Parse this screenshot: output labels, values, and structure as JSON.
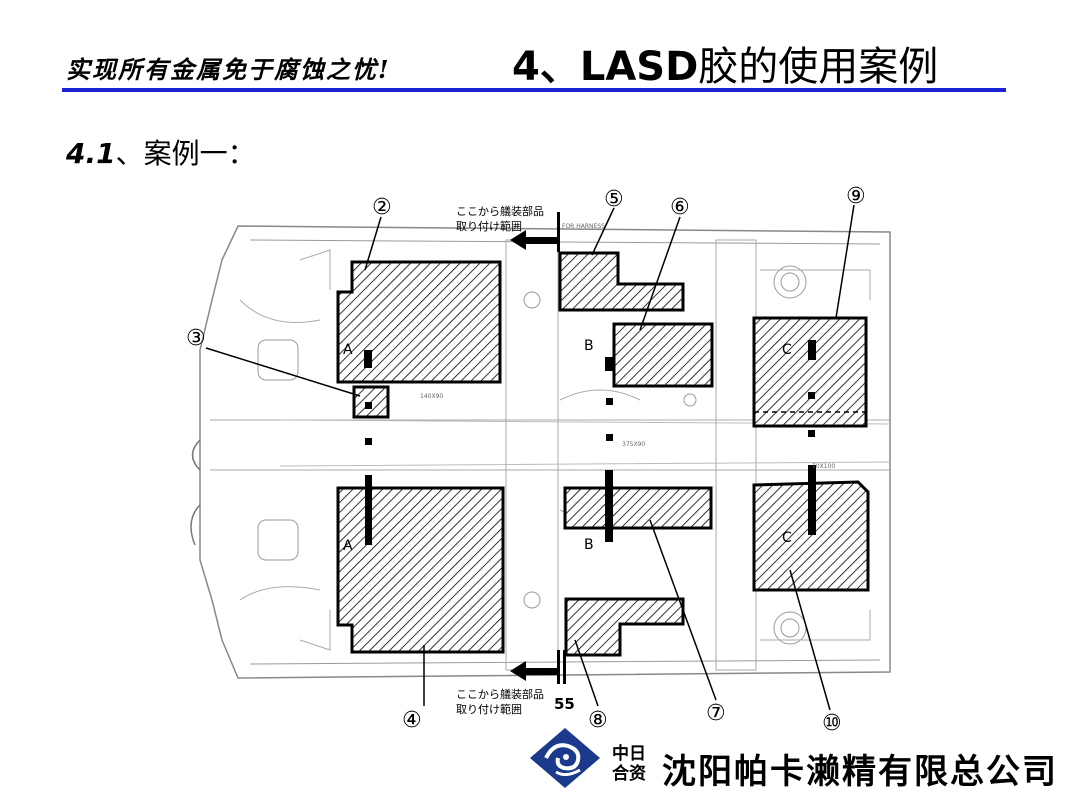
{
  "header": {
    "slogan": "实现所有金属免于腐蚀之忧!",
    "title_num": "4、LASD",
    "title_cn": "胶的使用案例",
    "accent_color": "#1a24d6"
  },
  "section": {
    "num": "4.1",
    "label": "、案例一："
  },
  "diagram": {
    "callouts": [
      "②",
      "③",
      "④",
      "⑤",
      "⑥",
      "⑦",
      "⑧",
      "⑨",
      "⑩"
    ],
    "zone_letters": {
      "A_top": "A",
      "A_bottom": "A",
      "B_top": "B",
      "B_bottom": "B",
      "C_top": "C",
      "C_bottom": "C"
    },
    "note_top_line1": "ここから艤装部品",
    "note_top_line2": "取り付け範囲",
    "note_bottom_line1": "ここから艤装部品",
    "note_bottom_line2": "取り付け範囲",
    "small_label": "55",
    "faint_labels": {
      "harness": "FOR HARNESS",
      "dim1": "140X90",
      "dim2": "375X90",
      "dim3": "70X100"
    }
  },
  "footer": {
    "jv_line1": "中日",
    "jv_line2": "合资",
    "company": "沈阳帕卡濑精有限总公司",
    "logo_color": "#1b3a8c"
  }
}
